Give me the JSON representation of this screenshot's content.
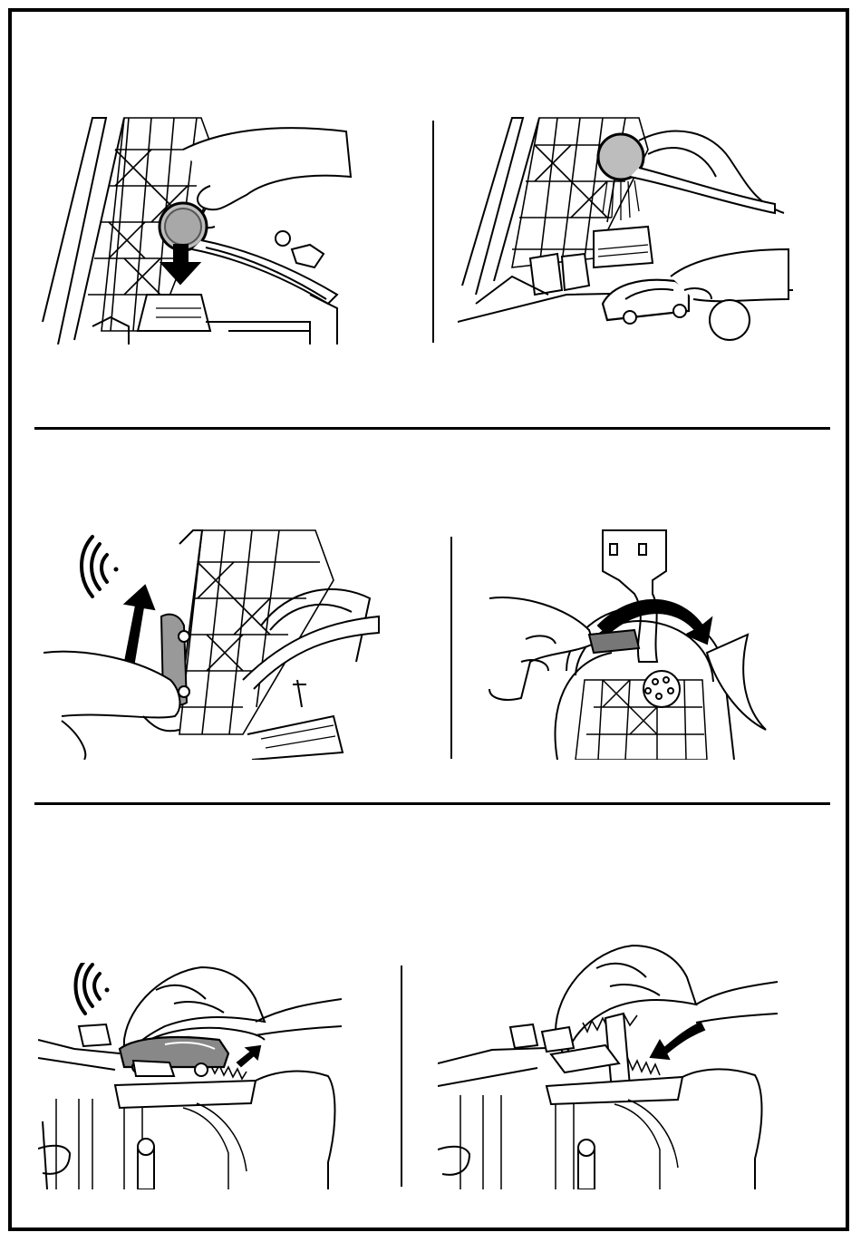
{
  "page": {
    "sections": [
      {
        "id": "section-1",
        "panels": [
          "coin-press-panel",
          "car-launch-panel"
        ]
      },
      {
        "id": "section-2",
        "panels": [
          "elevator-push-panel",
          "ramp-flip-panel"
        ]
      },
      {
        "id": "section-3",
        "panels": [
          "shark-mouth-car-panel",
          "shark-jaw-return-panel"
        ]
      }
    ],
    "icons": [
      "sound-waves-icon",
      "down-arrow-icon",
      "up-arrow-icon",
      "curved-arrow-icon",
      "small-arrow-icon"
    ]
  }
}
